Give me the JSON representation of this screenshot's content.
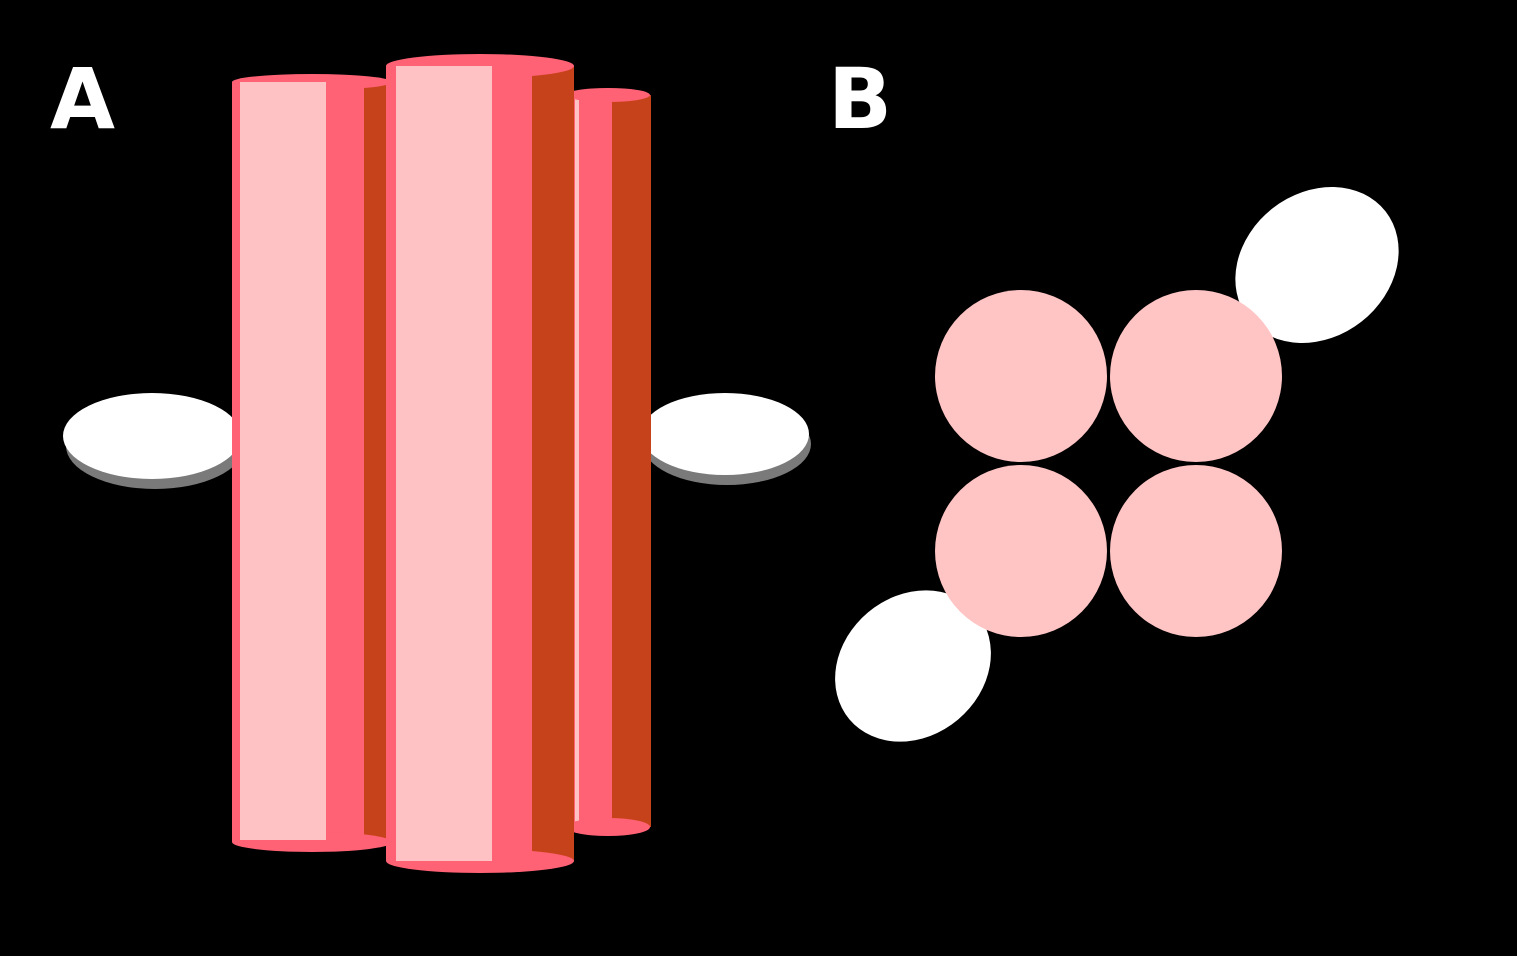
{
  "panels": {
    "a": {
      "label": "A",
      "depicts": "side-view-cylinders-with-ellipsoids",
      "cylinder_count": 3,
      "ellipsoid_count": 2
    },
    "b": {
      "label": "B",
      "depicts": "top-view-circles-with-ellipses",
      "circle_count": 4,
      "ellipse_count": 2
    }
  },
  "colors": {
    "background": "#000000",
    "label": "#ffffff",
    "cylinder_light": "#ffc2c4",
    "cylinder_mid": "#ff6175",
    "cylinder_dark": "#c6421a",
    "circle_fill": "#ffc4c4",
    "ellipsoid_fill": "#ffffff",
    "ellipsoid_shadow": "#7a7a7a"
  }
}
